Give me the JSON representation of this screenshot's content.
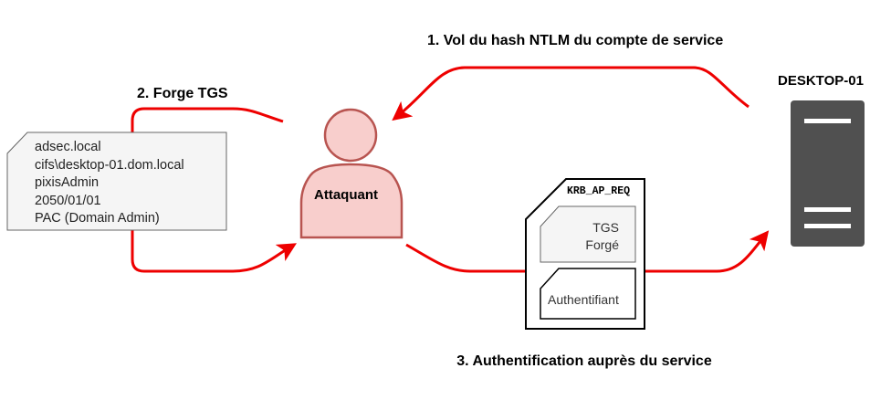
{
  "steps": {
    "step1": "1. Vol du hash NTLM du compte de service",
    "step2": "2. Forge TGS",
    "step3": "3. Authentification auprès du service"
  },
  "host": {
    "name": "DESKTOP-01",
    "icon": "server-tower-icon"
  },
  "attacker": {
    "label": "Attaquant",
    "icon": "user-icon",
    "fill": "#f8cecc",
    "stroke": "#b85450"
  },
  "ticket": {
    "lines": [
      "adsec.local",
      "cifs\\desktop-01.dom.local",
      "pixisAdmin",
      "2050/01/01",
      "PAC (Domain Admin)"
    ],
    "fill": "#f5f5f5"
  },
  "krb": {
    "title": "KRB_AP_REQ",
    "tgs": [
      "TGS",
      "Forgé"
    ],
    "authenticator": "Authentifiant"
  },
  "colors": {
    "arrow": "#ee0000",
    "server": "#505050"
  }
}
